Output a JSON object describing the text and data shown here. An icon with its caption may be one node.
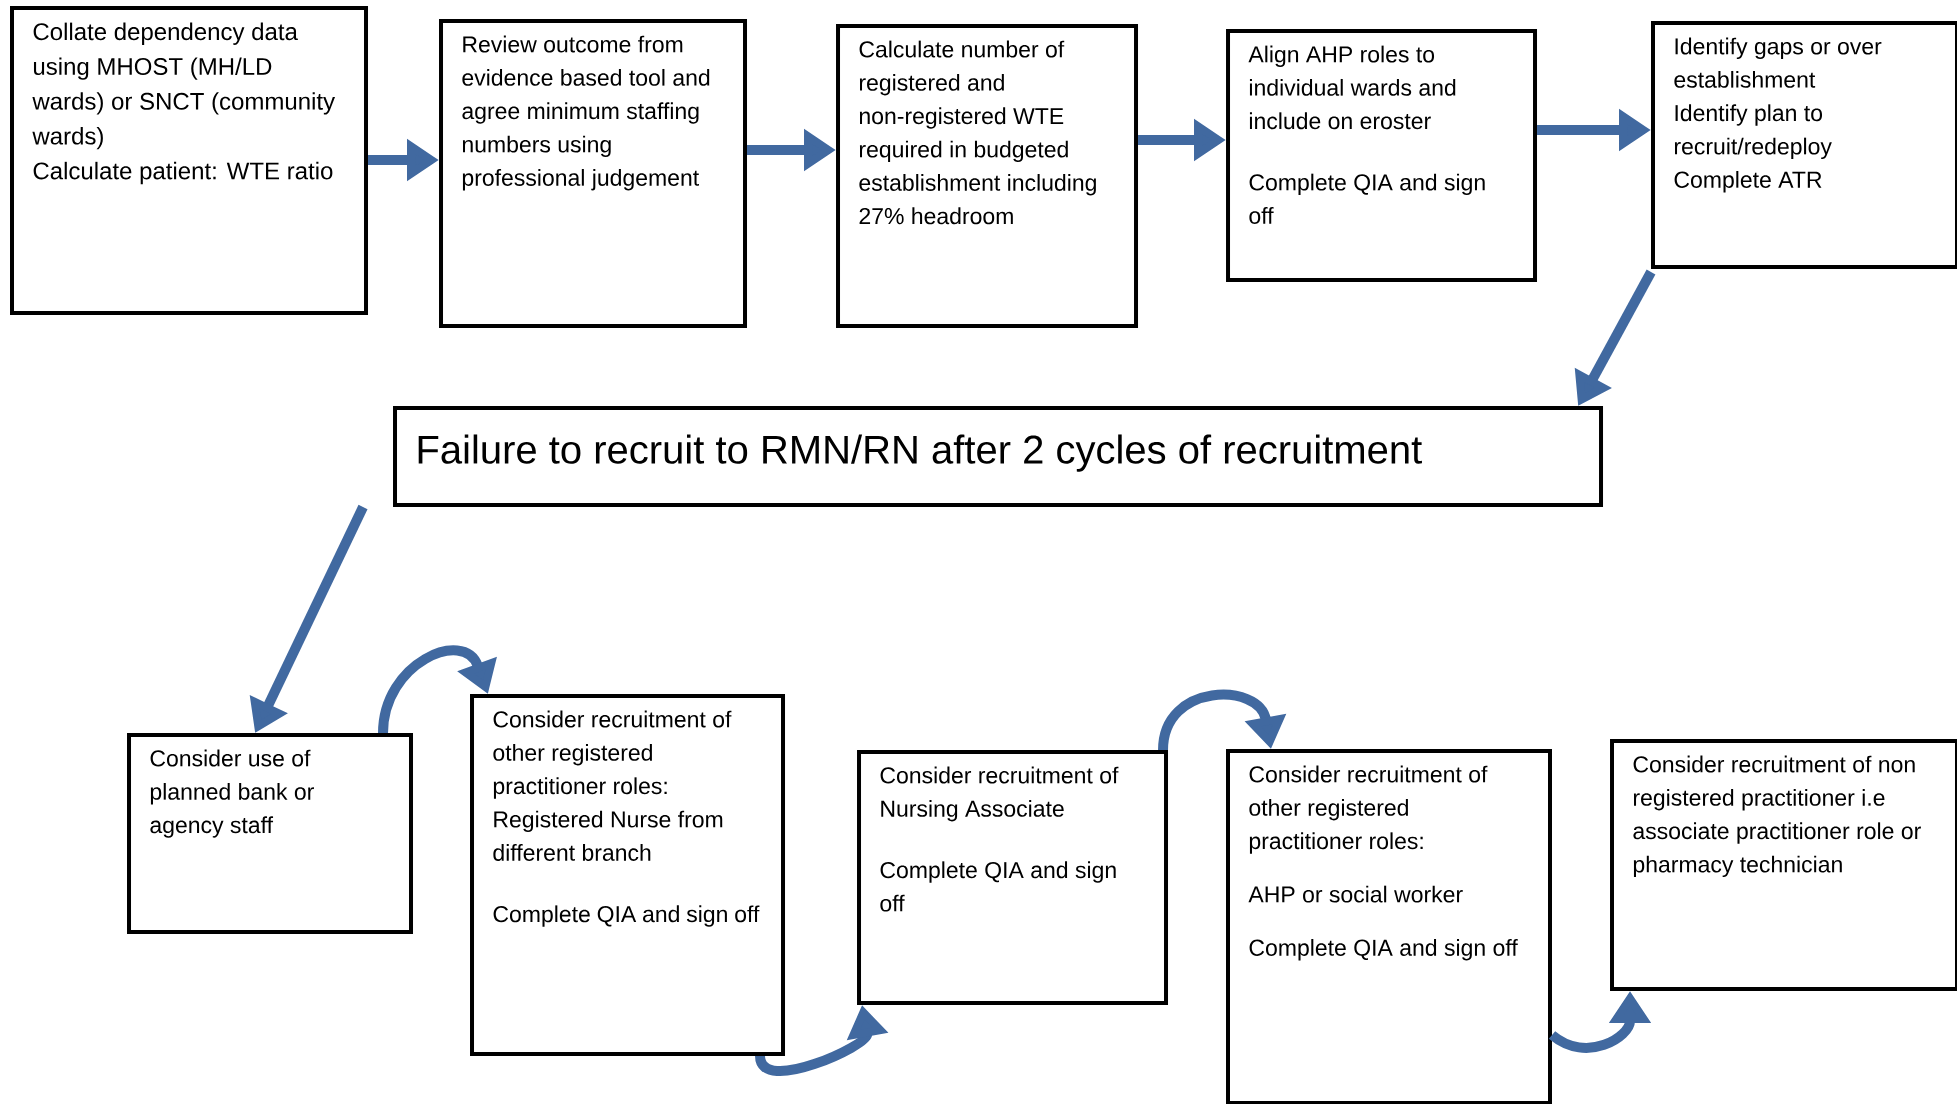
{
  "diagram": {
    "nodes": [
      {
        "text": [
          "Collate dependency data using MHOST (MH/LD wards) or SNCT (community wards)",
          "Calculate patient: WTE ratio"
        ]
      },
      {
        "text": [
          "Review outcome from evidence based tool and agree minimum staffing numbers using professional judgement"
        ]
      },
      {
        "text": [
          "Calculate number of registered and non-registered WTE required in budgeted establishment including 27% headroom"
        ]
      },
      {
        "text": [
          "Align AHP roles to individual wards and include on eroster",
          "Complete QIA and sign off"
        ]
      },
      {
        "text": [
          "Identify gaps or over establishment",
          "Identify plan to recruit/redeploy",
          "Complete ATR"
        ]
      },
      {
        "text": [
          "Failure to recruit to RMN/RN after 2 cycles of recruitment"
        ]
      },
      {
        "text": [
          "Consider use of planned bank or agency staff"
        ]
      },
      {
        "text": [
          "Consider recruitment of other registered practitioner roles: Registered Nurse from different branch",
          "Complete QIA and sign off"
        ]
      },
      {
        "text": [
          "Consider recruitment of Nursing Associate",
          "Complete QIA and sign off"
        ]
      },
      {
        "text": [
          "Consider recruitment of other registered practitioner roles:",
          "AHP or social worker",
          "Complete QIA and sign off"
        ]
      },
      {
        "text": [
          "Consider recruitment of non registered practitioner i.e associate practitioner role or pharmacy technician"
        ]
      }
    ],
    "edges": [
      {
        "from": 0,
        "to": 1,
        "arrow": "to"
      },
      {
        "from": 1,
        "to": 2,
        "arrow": "to"
      },
      {
        "from": 2,
        "to": 3,
        "arrow": "to"
      },
      {
        "from": 3,
        "to": 4,
        "arrow": "to"
      },
      {
        "from": 4,
        "to": 5,
        "arrow": "to"
      },
      {
        "from": 5,
        "to": 6,
        "arrow": "to"
      },
      {
        "from": 6,
        "to": 7,
        "arrow": "to"
      },
      {
        "from": 7,
        "to": 8,
        "arrow": "to"
      },
      {
        "from": 8,
        "to": 9,
        "arrow": "to"
      },
      {
        "from": 9,
        "to": 10,
        "arrow": "to"
      }
    ]
  }
}
